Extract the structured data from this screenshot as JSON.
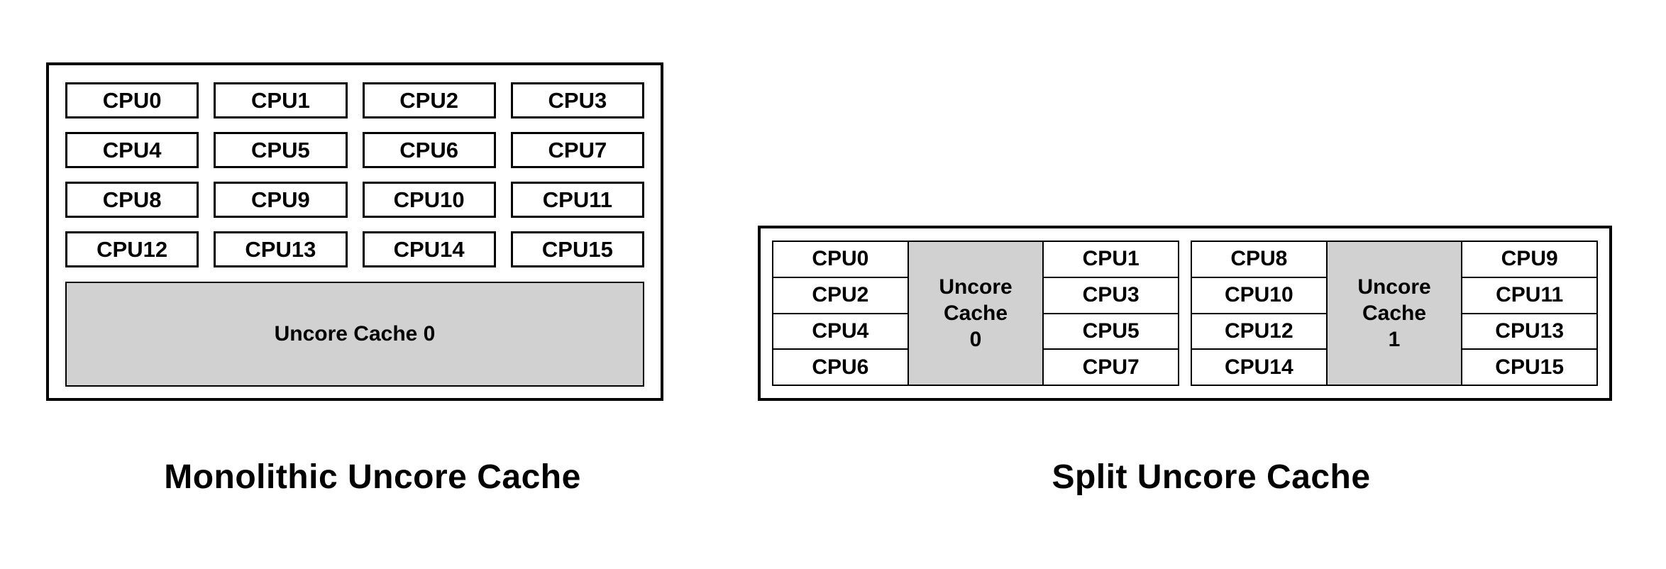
{
  "figure": {
    "monolithic": {
      "caption": "Monolithic Uncore Cache",
      "cache_label": "Uncore Cache 0",
      "cpus": [
        "CPU0",
        "CPU1",
        "CPU2",
        "CPU3",
        "CPU4",
        "CPU5",
        "CPU6",
        "CPU7",
        "CPU8",
        "CPU9",
        "CPU10",
        "CPU11",
        "CPU12",
        "CPU13",
        "CPU14",
        "CPU15"
      ]
    },
    "split": {
      "caption": "Split Uncore Cache",
      "clusters": [
        {
          "left_cpus": [
            "CPU0",
            "CPU2",
            "CPU4",
            "CPU6"
          ],
          "cache_lines": [
            "Uncore",
            "Cache",
            "0"
          ],
          "right_cpus": [
            "CPU1",
            "CPU3",
            "CPU5",
            "CPU7"
          ]
        },
        {
          "left_cpus": [
            "CPU8",
            "CPU10",
            "CPU12",
            "CPU14"
          ],
          "cache_lines": [
            "Uncore",
            "Cache",
            "1"
          ],
          "right_cpus": [
            "CPU9",
            "CPU11",
            "CPU13",
            "CPU15"
          ]
        }
      ]
    },
    "colors": {
      "cache_fill": "#d1d1d1",
      "line": "#000000",
      "background": "#ffffff",
      "text": "#000000"
    }
  }
}
